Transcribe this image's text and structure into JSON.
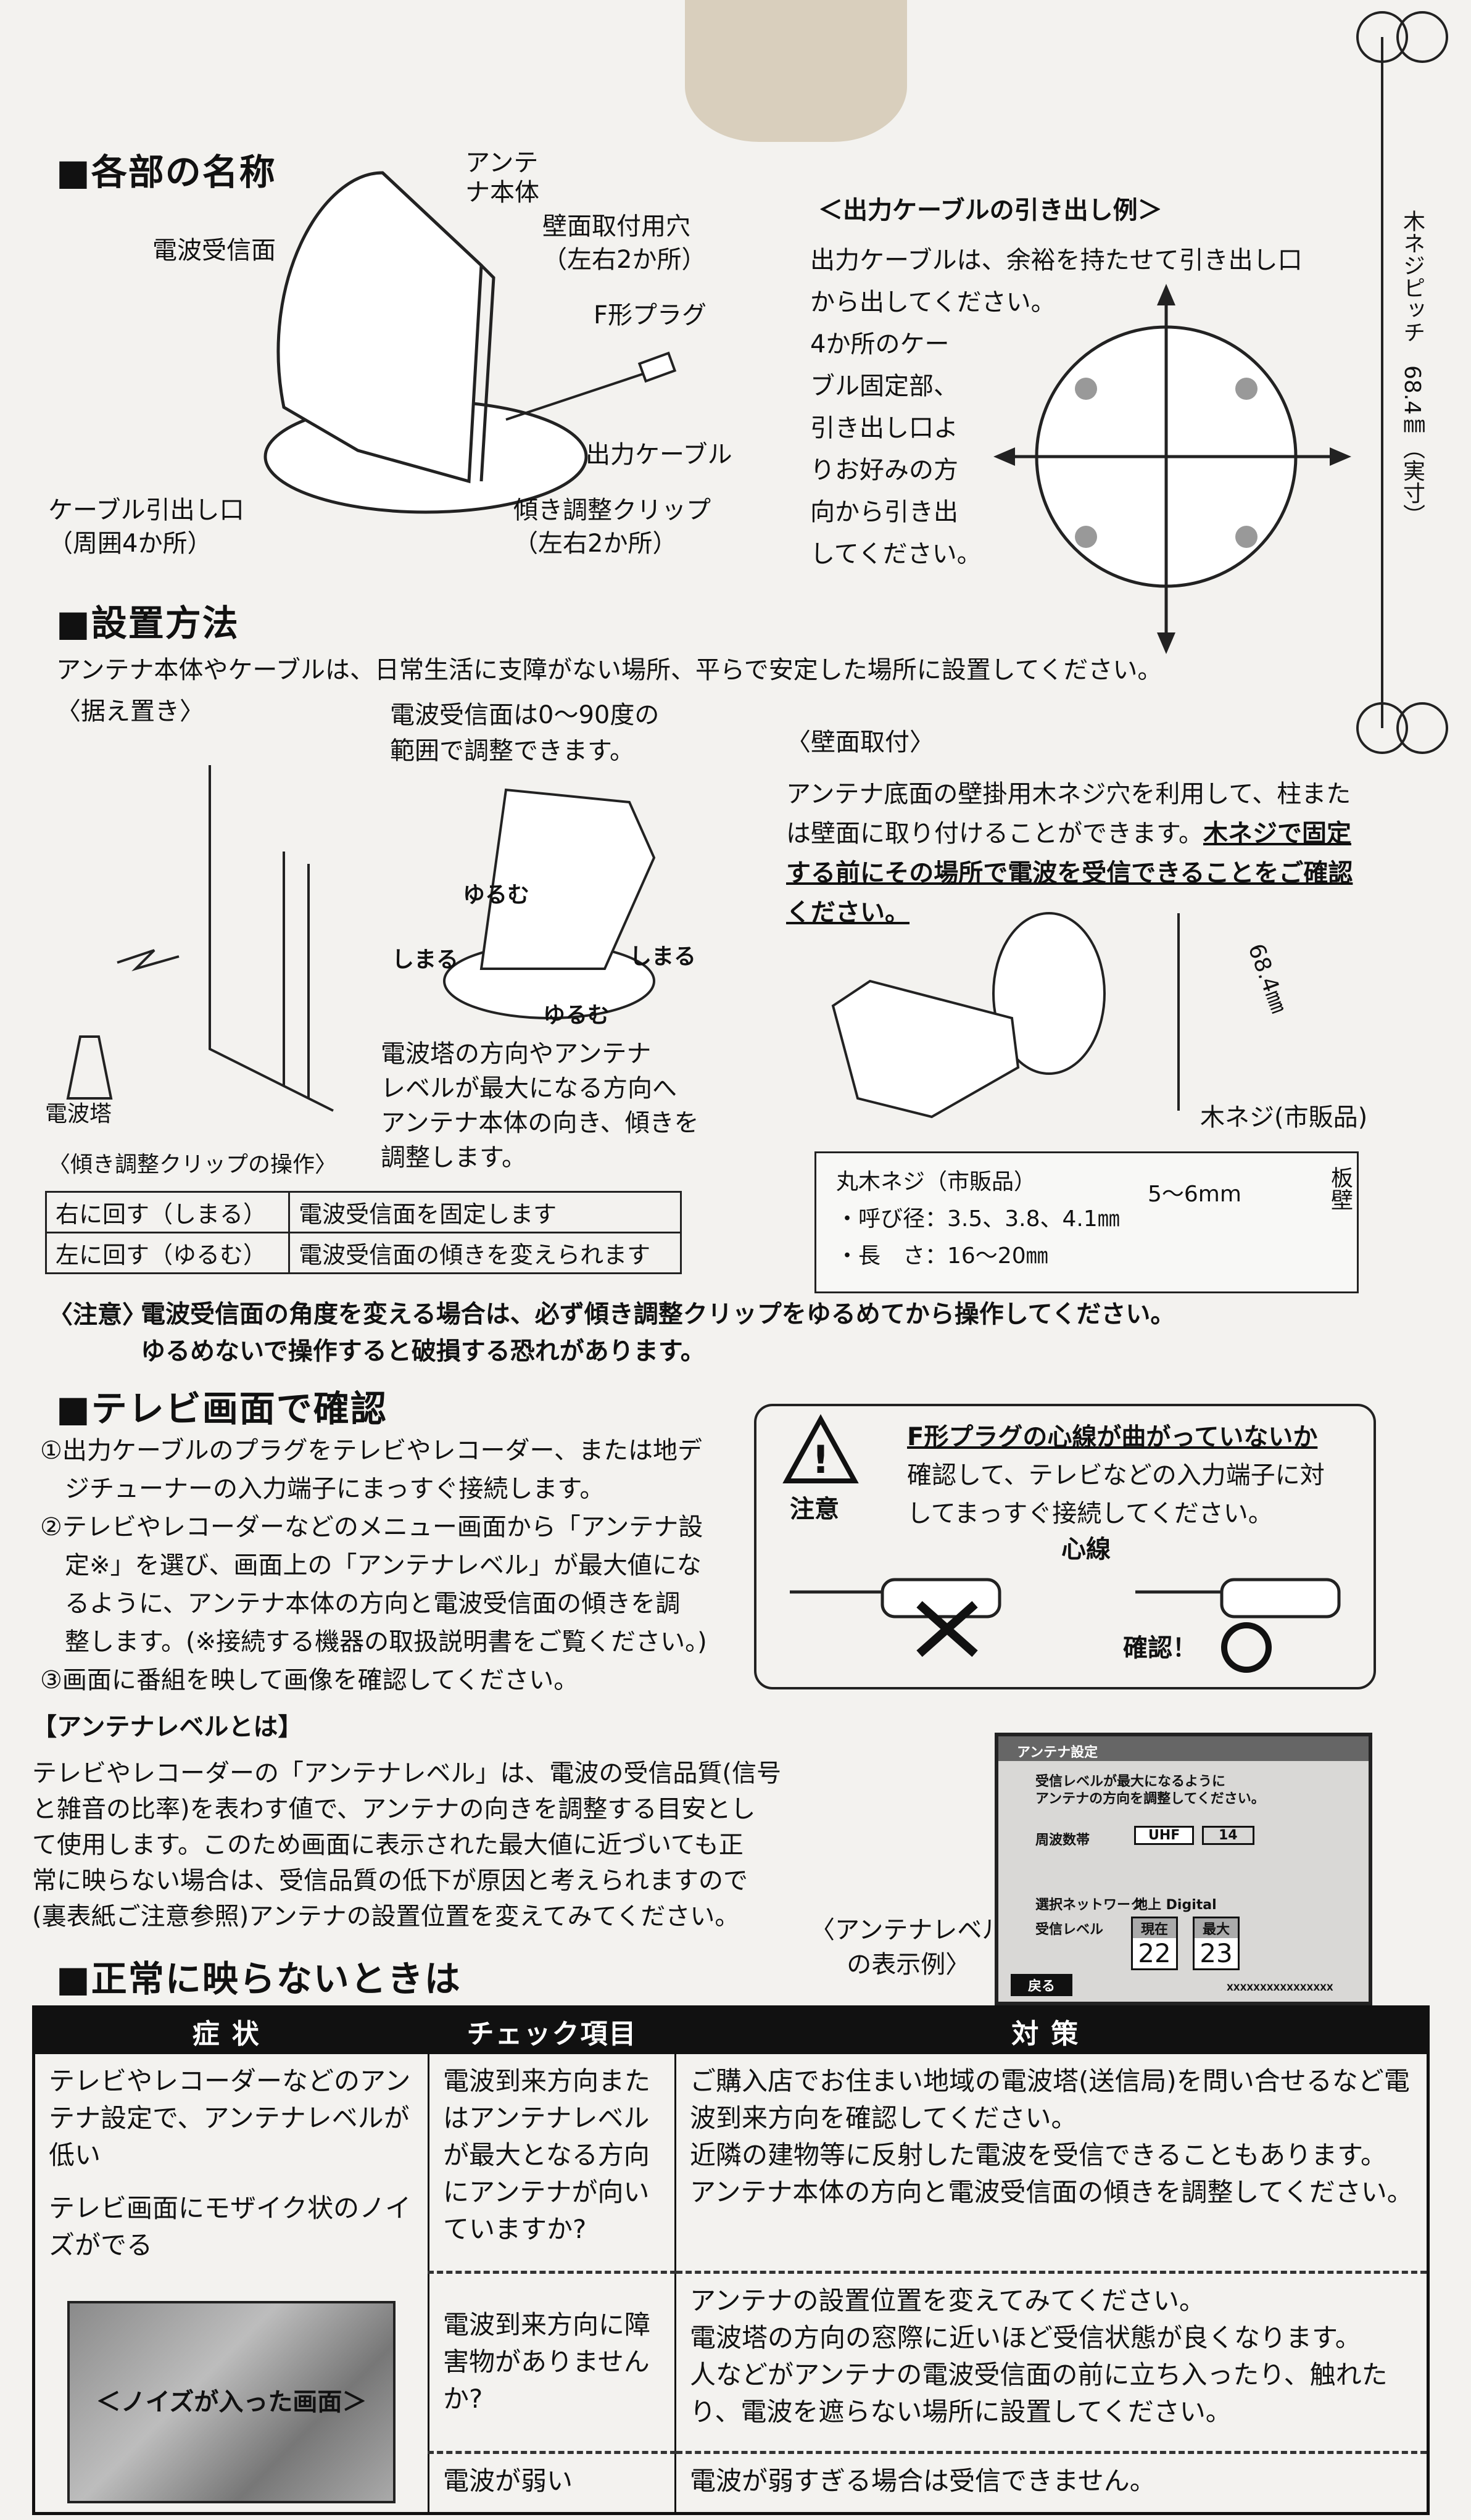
{
  "parts": {
    "heading": "■各部の名称",
    "antenna_body": "アンテナ本体",
    "receiving_face": "電波受信面",
    "wall_hole": "壁面取付用穴",
    "wall_hole_note": "（左右2か所）",
    "f_plug": "F形プラグ",
    "output_cable": "出力ケーブル",
    "cable_outlet": "ケーブル引出し口",
    "cable_outlet_note": "（周囲4か所）",
    "tilt_clip": "傾き調整クリップ",
    "tilt_clip_note": "（左右2か所）"
  },
  "cable_example": {
    "title": "＜出力ケーブルの引き出し例＞",
    "lines": [
      "出力ケーブルは、余裕を持たせて引き出し口",
      "から出してください。",
      "4か所のケー",
      "ブル固定部、",
      "引き出し口よ",
      "りお好みの方",
      "向から引き出",
      "してください。"
    ]
  },
  "side_scale": {
    "label": "木ネジピッチ　68.4㎜（実寸）"
  },
  "install": {
    "heading": "■設置方法",
    "intro": "アンテナ本体やケーブルは、日常生活に支障がない場所、平らで安定した場所に設置してください。",
    "stand": {
      "title": "〈据え置き〉",
      "angle_lines": [
        "電波受信面は0〜90度の",
        "範囲で調整できます。"
      ],
      "tower": "電波塔",
      "loosen": "ゆるむ",
      "tighten": "しまる",
      "adjust_lines": [
        "電波塔の方向やアンテナ",
        "レベルが最大になる方向へ",
        "アンテナ本体の向き、傾きを",
        "調整します。"
      ]
    },
    "clip_ops": {
      "title": "〈傾き調整クリップの操作〉",
      "rows": [
        [
          "右に回す（しまる）",
          "電波受信面を固定します"
        ],
        [
          "左に回す（ゆるむ）",
          "電波受信面の傾きを変えられます"
        ]
      ]
    },
    "wall": {
      "title": "〈壁面取付〉",
      "lines": [
        "アンテナ底面の壁掛用木ネジ穴を利用して、柱また",
        "は壁面に取り付けることができます。",
        "木ネジで固定",
        "する前にその場所で電波を受信できることをご確認",
        "ください。"
      ],
      "pitch": "68.4㎜",
      "screw": "木ネジ(市販品)"
    },
    "screw_box": {
      "title": "丸木ネジ（市販品）",
      "diameter": "・呼び径：3.5、3.8、4.1㎜",
      "length": "・長　さ：16〜20㎜",
      "depth": "5〜6mm",
      "wall": "板壁"
    },
    "caution": {
      "label": "〈注意〉",
      "lines": [
        "電波受信面の角度を変える場合は、必ず傾き調整クリップをゆるめてから操作してください。",
        "ゆるめないで操作すると破損する恐れがあります。"
      ]
    }
  },
  "tv": {
    "heading": "■テレビ画面で確認",
    "steps": [
      "①出力ケーブルのプラグをテレビやレコーダー、または地デ",
      "　ジチューナーの入力端子にまっすぐ接続します。",
      "②テレビやレコーダーなどのメニュー画面から「アンテナ設",
      "　定※」を選び、画面上の「アンテナレベル」が最大値にな",
      "　るように、アンテナ本体の方向と電波受信面の傾きを調",
      "　整します。(※接続する機器の取扱説明書をご覧ください。)",
      "③画面に番組を映して画像を確認してください。"
    ],
    "warn": {
      "label": "注意",
      "lines": [
        "F形プラグの心線が曲がっていないか",
        "確認して、テレビなどの入力端子に対",
        "してまっすぐ接続してください。"
      ],
      "core": "心線",
      "ok": "確認！"
    }
  },
  "level": {
    "heading": "【アンテナレベルとは】",
    "lines": [
      "テレビやレコーダーの「アンテナレベル」は、電波の受信品質(信号",
      "と雑音の比率)を表わす値で、アンテナの向きを調整する目安とし",
      "て使用します。このため画面に表示された最大値に近づいても正",
      "常に映らない場合は、受信品質の低下が原因と考えられますので",
      "(裏表紙ご注意参照)アンテナの設置位置を変えてみてください。"
    ],
    "caption": [
      "〈アンテナレベル",
      "の表示例〉"
    ],
    "screen": {
      "title": "アンテナ設定",
      "msg1": "受信レベルが最大になるように",
      "msg2": "アンテナの方向を調整してください。",
      "band_label": "周波数帯",
      "band": "UHF",
      "channel": "14",
      "network_label": "選択ネットワーク",
      "network": "地上 Digital",
      "level_label": "受信レベル",
      "current_label": "現在",
      "current": "22",
      "max_label": "最大",
      "max": "23",
      "back": "戻る",
      "code": "XXXXXXXXXXXXXXXX"
    }
  },
  "trouble": {
    "heading": "■正常に映らないときは",
    "headers": [
      "症状",
      "チェック項目",
      "対策"
    ],
    "symptoms": [
      "テレビやレコーダーなどのアンテナ設定で、アンテナレベルが低い",
      "テレビ画面にモザイク状のノイズがでる"
    ],
    "noise_caption": "＜ノイズが入った画面＞",
    "rows": [
      {
        "check": "電波到来方向またはアンテナレベルが最大となる方向にアンテナが向いていますか?",
        "fix": [
          "ご購入店でお住まい地域の電波塔(送信局)を問い合せるなど電波到来方向を確認してください。",
          "近隣の建物等に反射した電波を受信できることもあります。",
          "アンテナ本体の方向と電波受信面の傾きを調整してください。"
        ]
      },
      {
        "check": "電波到来方向に障害物がありませんか?",
        "fix": [
          "アンテナの設置位置を変えてみてください。",
          "電波塔の方向の窓際に近いほど受信状態が良くなります。",
          "人などがアンテナの電波受信面の前に立ち入ったり、触れたり、電波を遮らない場所に設置してください。"
        ]
      },
      {
        "check": "電波が弱い",
        "fix": [
          "電波が弱すぎる場合は受信できません。"
        ]
      }
    ]
  }
}
